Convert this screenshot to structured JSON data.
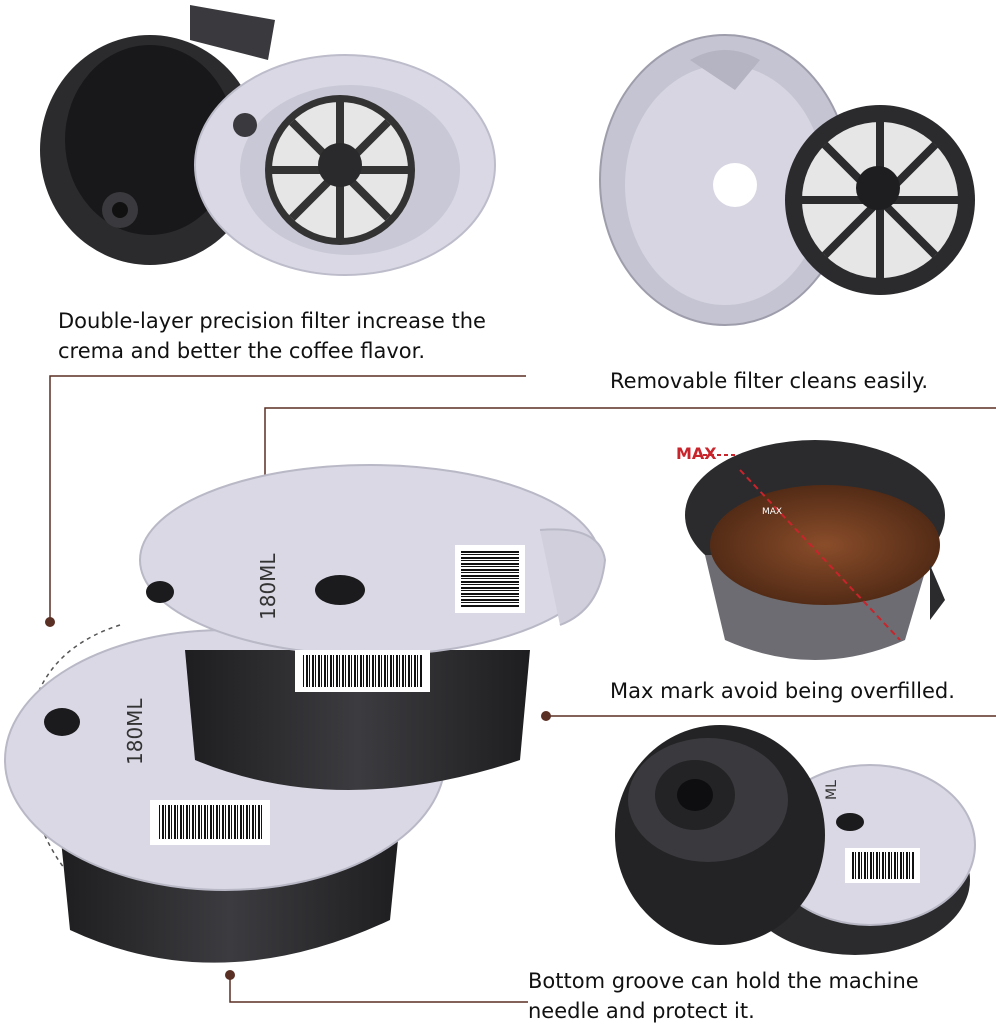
{
  "captions": {
    "filter_line1": "Double-layer precision filter increase the",
    "filter_line2": "crema and better the coffee flavor.",
    "removable": "Removable filter cleans easily.",
    "max_mark": "Max mark avoid being overfilled.",
    "groove_line1": "Bottom groove can hold the machine",
    "groove_line2": "needle and protect it."
  },
  "labels": {
    "max": "MAX",
    "max_small": "MAX",
    "capacity_top": "180ML",
    "capacity_bottom": "180ML",
    "capacity_partial": "ML"
  },
  "colors": {
    "lid": "#d9d8e4",
    "lid_shadow": "#b9b8c6",
    "pod_body": "#2b2b2e",
    "pod_dark": "#1b1b1d",
    "mesh": "#e6e6e6",
    "coffee": "#6b3a1f",
    "max_red": "#c8242b",
    "leader_line": "#5a2f24"
  }
}
